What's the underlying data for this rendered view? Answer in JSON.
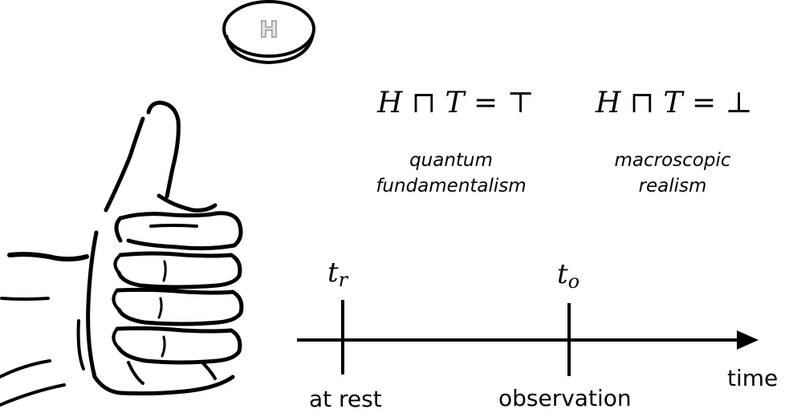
{
  "coin": {
    "letter": "H"
  },
  "formulas": {
    "left": {
      "lhs_a": "H",
      "op": "⊓",
      "lhs_b": "T",
      "eq": "=",
      "rhs": "⊤"
    },
    "right": {
      "lhs_a": "H",
      "op": "⊓",
      "lhs_b": "T",
      "eq": "=",
      "rhs": "⊥"
    }
  },
  "captions": {
    "left": {
      "line1": "quantum",
      "line2": "fundamentalism"
    },
    "right": {
      "line1": "macroscopic",
      "line2": "realism"
    }
  },
  "timeline": {
    "axis_label": "time",
    "markers": [
      {
        "symbol": "t",
        "subscript": "r",
        "label": "at rest"
      },
      {
        "symbol": "t",
        "subscript": "o",
        "label": "observation"
      }
    ]
  }
}
